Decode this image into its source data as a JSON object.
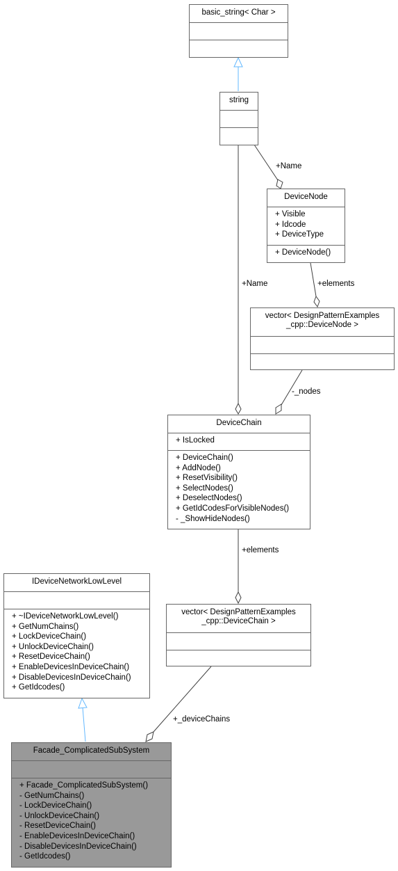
{
  "classes": {
    "basic_string": {
      "title": [
        "basic_string< Char >"
      ],
      "attributes": [],
      "methods": []
    },
    "string": {
      "title": [
        "string"
      ],
      "attributes": [],
      "methods": []
    },
    "device_node": {
      "title": [
        "DeviceNode"
      ],
      "attributes": [
        "+ Visible",
        "+ Idcode",
        "+ DeviceType"
      ],
      "methods": [
        "+ DeviceNode()"
      ]
    },
    "vector_device_node": {
      "title": [
        "vector< DesignPatternExamples",
        "_cpp::DeviceNode >"
      ],
      "attributes": [],
      "methods": []
    },
    "device_chain": {
      "title": [
        "DeviceChain"
      ],
      "attributes": [
        "+ IsLocked"
      ],
      "methods": [
        "+ DeviceChain()",
        "+ AddNode()",
        "+ ResetVisibility()",
        "+ SelectNodes()",
        "+ DeselectNodes()",
        "+ GetIdCodesForVisibleNodes()",
        "- _ShowHideNodes()"
      ]
    },
    "vector_device_chain": {
      "title": [
        "vector< DesignPatternExamples",
        "_cpp::DeviceChain >"
      ],
      "attributes": [],
      "methods": []
    },
    "idevice_network_low_level": {
      "title": [
        "IDeviceNetworkLowLevel"
      ],
      "attributes": [],
      "methods": [
        "+ ~IDeviceNetworkLowLevel()",
        "+ GetNumChains()",
        "+ LockDeviceChain()",
        "+ UnlockDeviceChain()",
        "+ ResetDeviceChain()",
        "+ EnableDevicesInDeviceChain()",
        "+ DisableDevicesInDeviceChain()",
        "+ GetIdcodes()"
      ]
    },
    "facade": {
      "title": [
        "Facade_ComplicatedSubSystem"
      ],
      "attributes": [],
      "methods": [
        "+ Facade_ComplicatedSubSystem()",
        "- GetNumChains()",
        "- LockDeviceChain()",
        "- UnlockDeviceChain()",
        "- ResetDeviceChain()",
        "- EnableDevicesInDeviceChain()",
        "- DisableDevicesInDeviceChain()",
        "- GetIdcodes()"
      ]
    }
  },
  "edge_labels": {
    "string_to_device_node": "+Name",
    "string_to_device_chain": "+Name",
    "device_node_to_vector": "+elements",
    "vector_node_to_chain": "-_nodes",
    "chain_to_vector_chain": "+elements",
    "vector_chain_to_facade": "+_deviceChains"
  },
  "colors": {
    "inheritance_edge": "#63b8ff",
    "association_edge": "#404040",
    "box_border": "#666666",
    "highlight_fill": "#999999"
  }
}
